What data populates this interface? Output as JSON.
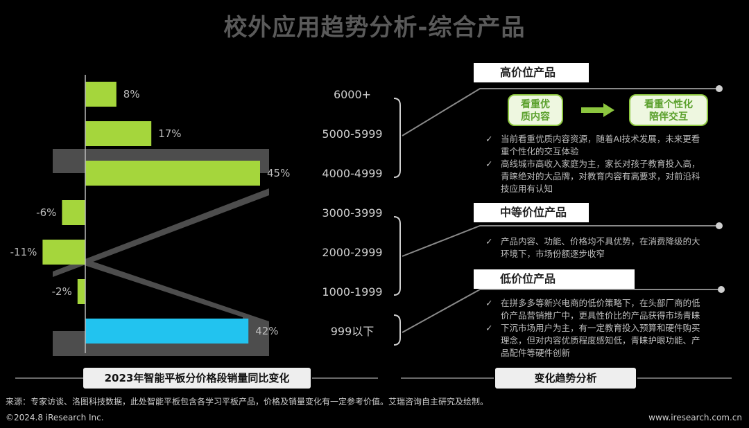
{
  "title": "校外应用趋势分析-综合产品",
  "chart_data": {
    "type": "bar",
    "orientation": "horizontal",
    "caption": "2023年智能平板分价格段销量同比变化",
    "categories": [
      "6000+",
      "5000-5999",
      "4000-4999",
      "3000-3999",
      "2000-2999",
      "1000-1999",
      "999以下"
    ],
    "values": [
      8,
      17,
      45,
      -6,
      -11,
      -2,
      42
    ],
    "value_labels": [
      "8%",
      "17%",
      "45%",
      "-6%",
      "-11%",
      "-2%",
      "42%"
    ],
    "colors": [
      "#a5d63c",
      "#a5d63c",
      "#a5d63c",
      "#a5d63c",
      "#a5d63c",
      "#a5d63c",
      "#22c3ef"
    ],
    "unit": "%",
    "grid": false
  },
  "trend_panel": {
    "caption": "变化趋势分析",
    "high": {
      "title": "高价位产品",
      "flow_from": [
        "看重优",
        "质内容"
      ],
      "flow_to": [
        "看重个性化",
        "陪伴交互"
      ],
      "bullets": [
        [
          "当前看重优质内容资源，随着AI技术发展，未来更看",
          "重个性化的交互体验"
        ],
        [
          "高线城市高收入家庭为主，家长对孩子教育投入高，",
          "青睐绝对的大品牌，对教育内容有高要求，对前沿科",
          "技应用有认知"
        ]
      ]
    },
    "mid": {
      "title": "中等价位产品",
      "bullets": [
        [
          "产品内容、功能、价格均不具优势，在消费降级的大",
          "环境下，市场份额逐步收窄"
        ]
      ]
    },
    "low": {
      "title": "低价位产品",
      "bullets": [
        [
          "在拼多多等新兴电商的低价策略下，在头部厂商的低",
          "价产品营销推广中，更具性价比的产品获得市场青睐"
        ],
        [
          "下沉市场用户为主，有一定教育投入预算和硬件购买",
          "理念，但对内容优质程度感知低，青睐护眼功能、产",
          "品配件等硬件创新"
        ]
      ]
    }
  },
  "footer": {
    "source": "来源：专家访谈、洛图科技数据，此处智能平板包含各学习平板产品，价格及销量变化有一定参考价值。艾瑞咨询自主研究及绘制。",
    "copyright": "©2024.8 iResearch Inc.",
    "website": "www.iresearch.com.cn"
  },
  "colors": {
    "green": "#a5d63c",
    "blue": "#22c3ef",
    "zigzag": "#555555",
    "background": "#000000"
  }
}
